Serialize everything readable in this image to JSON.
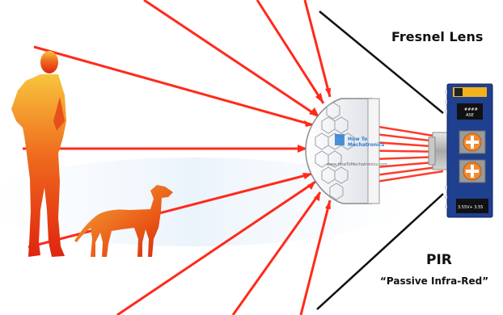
{
  "labels": {
    "fresnel_lens": "Fresnel Lens",
    "pir": "PIR",
    "pir_expansion": "“Passive Infra-Red”"
  },
  "watermark": {
    "line1": "How To",
    "line2": "Mechatronics",
    "url": "www.HowToMechatronics.com"
  },
  "board": {
    "chip_label_1": "####",
    "chip_label_2": "ASE",
    "bottom_label": "3.55V+ 3.55"
  },
  "colors": {
    "ray": "#ff2a1a",
    "human_gradient_top": "#f5c13a",
    "human_gradient_bottom": "#e52a12",
    "dog_gradient": "#f08a20",
    "pcb": "#1f3f8f",
    "lens": "#ffffff",
    "outline_line": "#111111"
  }
}
